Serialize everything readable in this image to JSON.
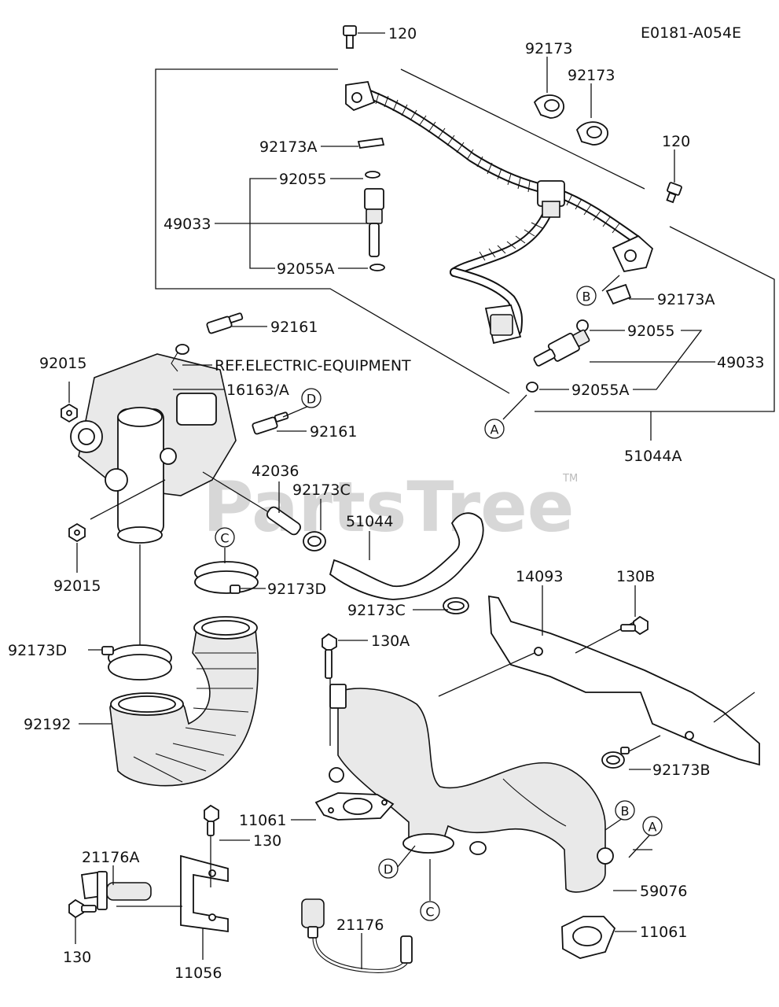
{
  "diagram_code": "E0181-A054E",
  "watermark": "PartsTree",
  "watermark_tm": "TM",
  "labels": {
    "p120_top": "120",
    "p92173_a": "92173",
    "p92173_b": "92173",
    "p120_right": "120",
    "p92173A_left": "92173A",
    "p92055_left": "92055",
    "p49033_left": "49033",
    "p92055A_left": "92055A",
    "p92161_top": "92161",
    "p92015_top": "92015",
    "ref_electric": "REF.ELECTRIC-EQUIPMENT",
    "p16163A": "16163/A",
    "p92161_mid": "92161",
    "p92173A_right": "92173A",
    "p92055_right": "92055",
    "p49033_right": "49033",
    "p92055A_right": "92055A",
    "p51044A": "51044A",
    "p42036": "42036",
    "p92173C_top": "92173C",
    "p51044": "51044",
    "p92015_bottom": "92015",
    "p92173D_right": "92173D",
    "p92173C_bottom": "92173C",
    "p130B": "130B",
    "p14093": "14093",
    "p92173D_left": "92173D",
    "p130A": "130A",
    "p92192": "92192",
    "p92173B": "92173B",
    "p11061_mid": "11061",
    "p21176A": "21176A",
    "p130_mid": "130",
    "p59076": "59076",
    "p21176": "21176",
    "p11061_bottom": "11061",
    "p130_bottom": "130",
    "p11056": "11056"
  },
  "callouts": {
    "B_top": "B",
    "A_top": "A",
    "D_top": "D",
    "C_top": "C",
    "B_bottom": "B",
    "A_bottom": "A",
    "D_bottom": "D",
    "C_bottom": "C"
  }
}
